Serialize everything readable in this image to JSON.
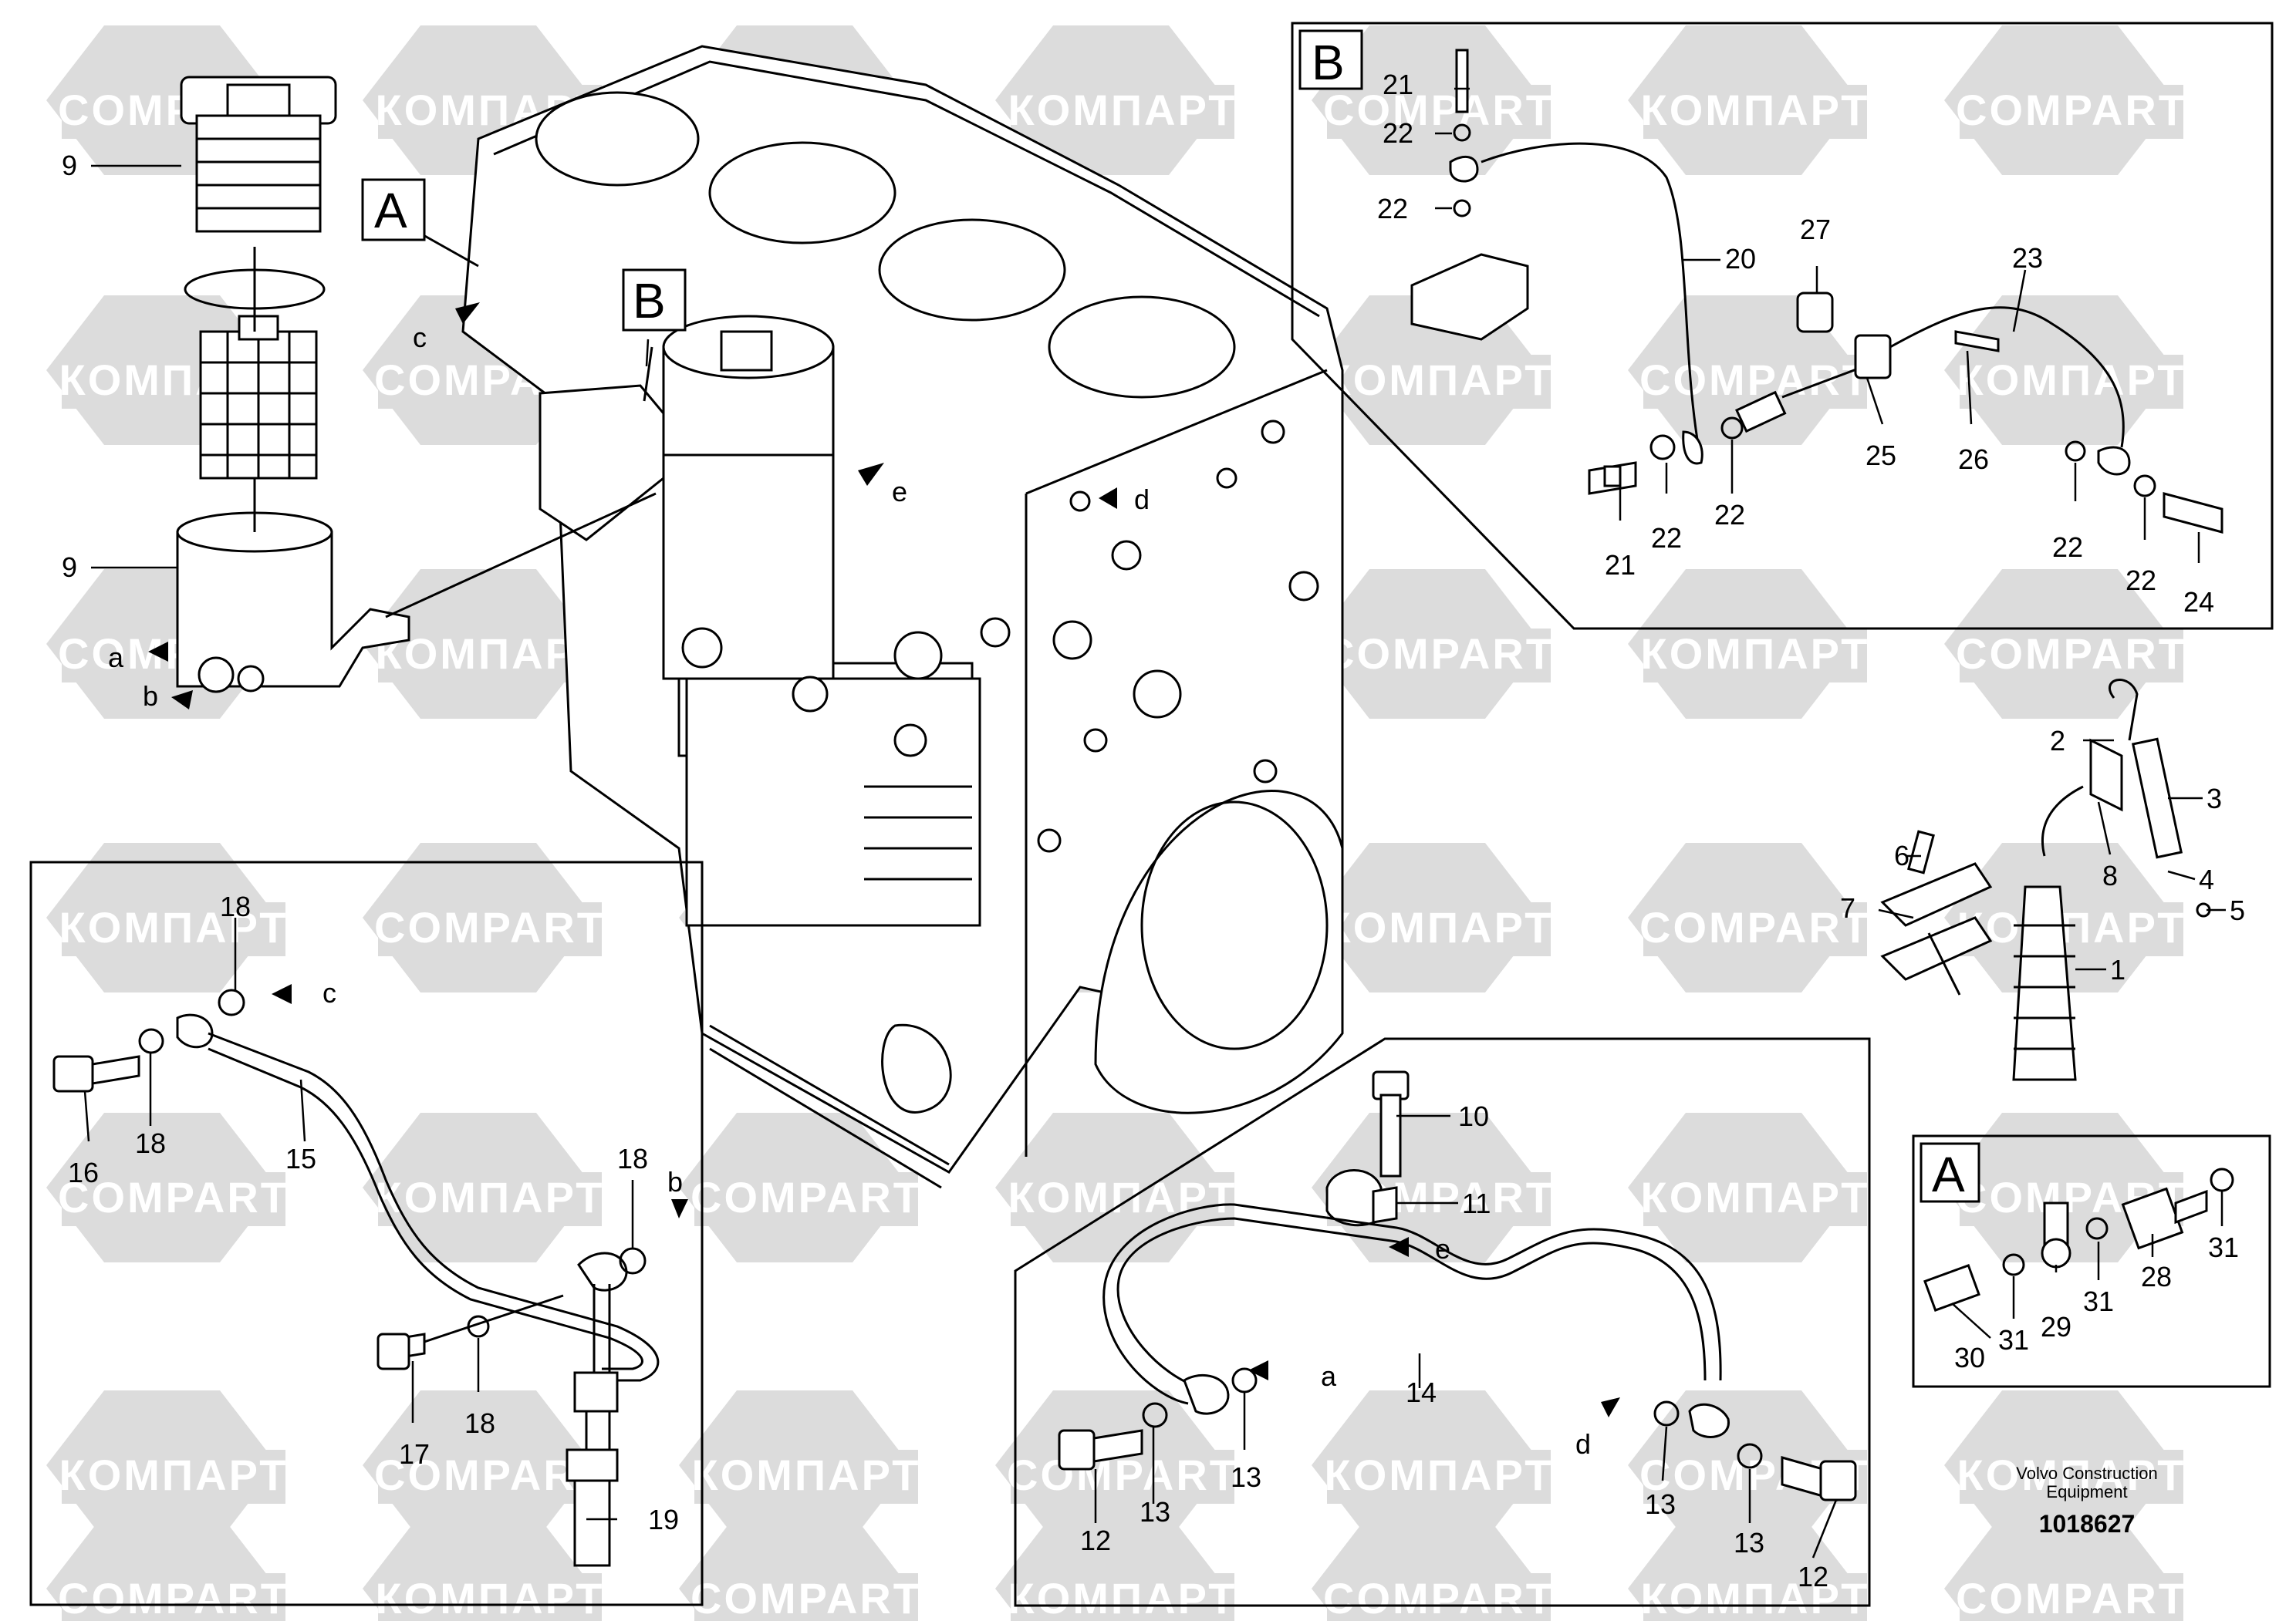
{
  "colors": {
    "watermark_hex": "#dcdcdc",
    "ink": "#000000",
    "background": "#ffffff"
  },
  "watermark": {
    "text_latin": "COMPART",
    "text_cyrillic": "КОМПАРТ"
  },
  "views": {
    "A": "A",
    "B": "B"
  },
  "connection_letters": {
    "a": "a",
    "b": "b",
    "c": "c",
    "d": "d",
    "e": "e"
  },
  "footer": {
    "brand_line1": "Volvo Construction",
    "brand_line2": "Equipment",
    "drawing_number": "1018627"
  },
  "callouts": {
    "n1": "1",
    "n2": "2",
    "n3": "3",
    "n4": "4",
    "n5": "5",
    "n6": "6",
    "n7": "7",
    "n8": "8",
    "n9": "9",
    "n10": "10",
    "n11": "11",
    "n12": "12",
    "n13": "13",
    "n14": "14",
    "n15": "15",
    "n16": "16",
    "n17": "17",
    "n18": "18",
    "n19": "19",
    "n20": "20",
    "n21": "21",
    "n22": "22",
    "n23": "23",
    "n24": "24",
    "n25": "25",
    "n26": "26",
    "n27": "27",
    "n28": "28",
    "n29": "29",
    "n30": "30",
    "n31": "31"
  }
}
